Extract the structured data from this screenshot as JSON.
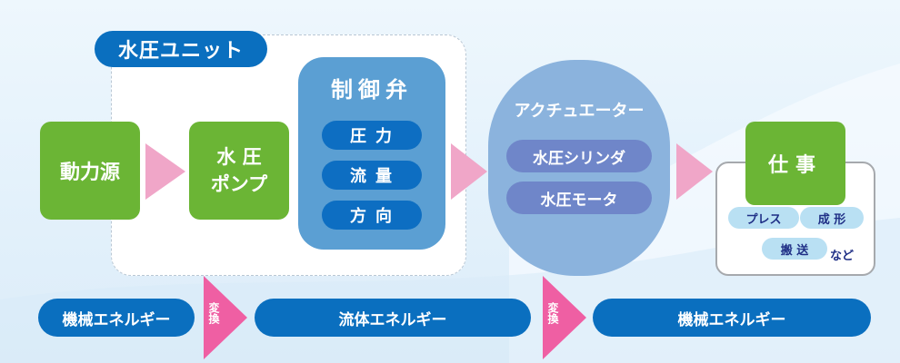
{
  "unit": {
    "label": "水圧ユニット"
  },
  "power_source": {
    "label": "動力源"
  },
  "pump": {
    "line1": "水 圧",
    "line2": "ポンプ"
  },
  "valve": {
    "title": "制御弁",
    "items": [
      "圧力",
      "流量",
      "方向"
    ]
  },
  "actuator": {
    "title": "アクチュエーター",
    "items": [
      "水圧シリンダ",
      "水圧モータ"
    ]
  },
  "work": {
    "title": "仕事",
    "items": [
      "プレス",
      "成 形",
      "搬 送"
    ],
    "etc": "など"
  },
  "energy": {
    "left": "機械エネルギー",
    "middle": "流体エネルギー",
    "right": "機械エネルギー",
    "convert_left": "変換",
    "convert_right": "変換"
  },
  "colors": {
    "blue": "#0a6fbf",
    "green": "#6bb535",
    "valve_bg": "#5b9fd3",
    "actuator_bg": "#8bb3dd",
    "pink_arrow": "#f0a6c8",
    "magenta_arrow": "#ef5fa3"
  }
}
